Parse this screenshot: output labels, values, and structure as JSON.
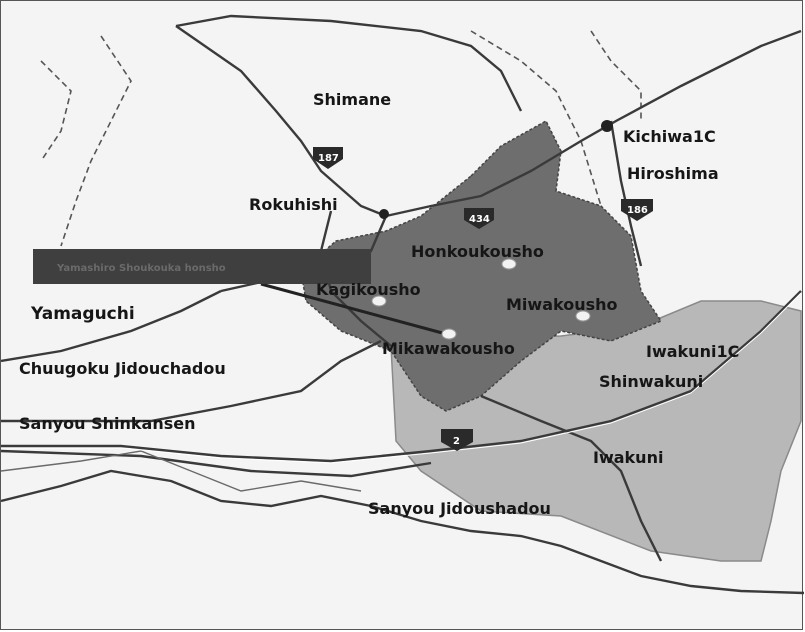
{
  "map": {
    "regions": {
      "shimane": "Shimane",
      "hiroshima": "Hiroshima",
      "yamaguchi": "Yamaguchi",
      "iwakuni": "Iwakuni"
    },
    "places": {
      "rokuhishi": "Rokuhishi",
      "kichiwa_ic": "Kichiwa1C",
      "iwakuni_ic": "Iwakuni1C",
      "shinwakuni": "Shinwakuni"
    },
    "offices": {
      "honkoukousho": "Honkoukousho",
      "kagikousho": "Kagikousho",
      "miwakousho": "Miwakousho",
      "mikawakousho": "Mikawakousho",
      "callout_box": "Yamashiro Shoukouka honsho"
    },
    "transport": {
      "chuugoku": "Chuugoku Jidouchadou",
      "sanyou_shinkansen": "Sanyou Shinkansen",
      "sanyou_jidoushadou": "Sanyou Jidoushadou"
    },
    "routes": {
      "r187": "187",
      "r434": "434",
      "r186": "186",
      "r2": "2"
    },
    "colors": {
      "dark_area": "#6e6e6e",
      "light_area": "#b8b8b8",
      "callout_box": "#3f3f3f",
      "road": "#3a3a3a"
    }
  }
}
